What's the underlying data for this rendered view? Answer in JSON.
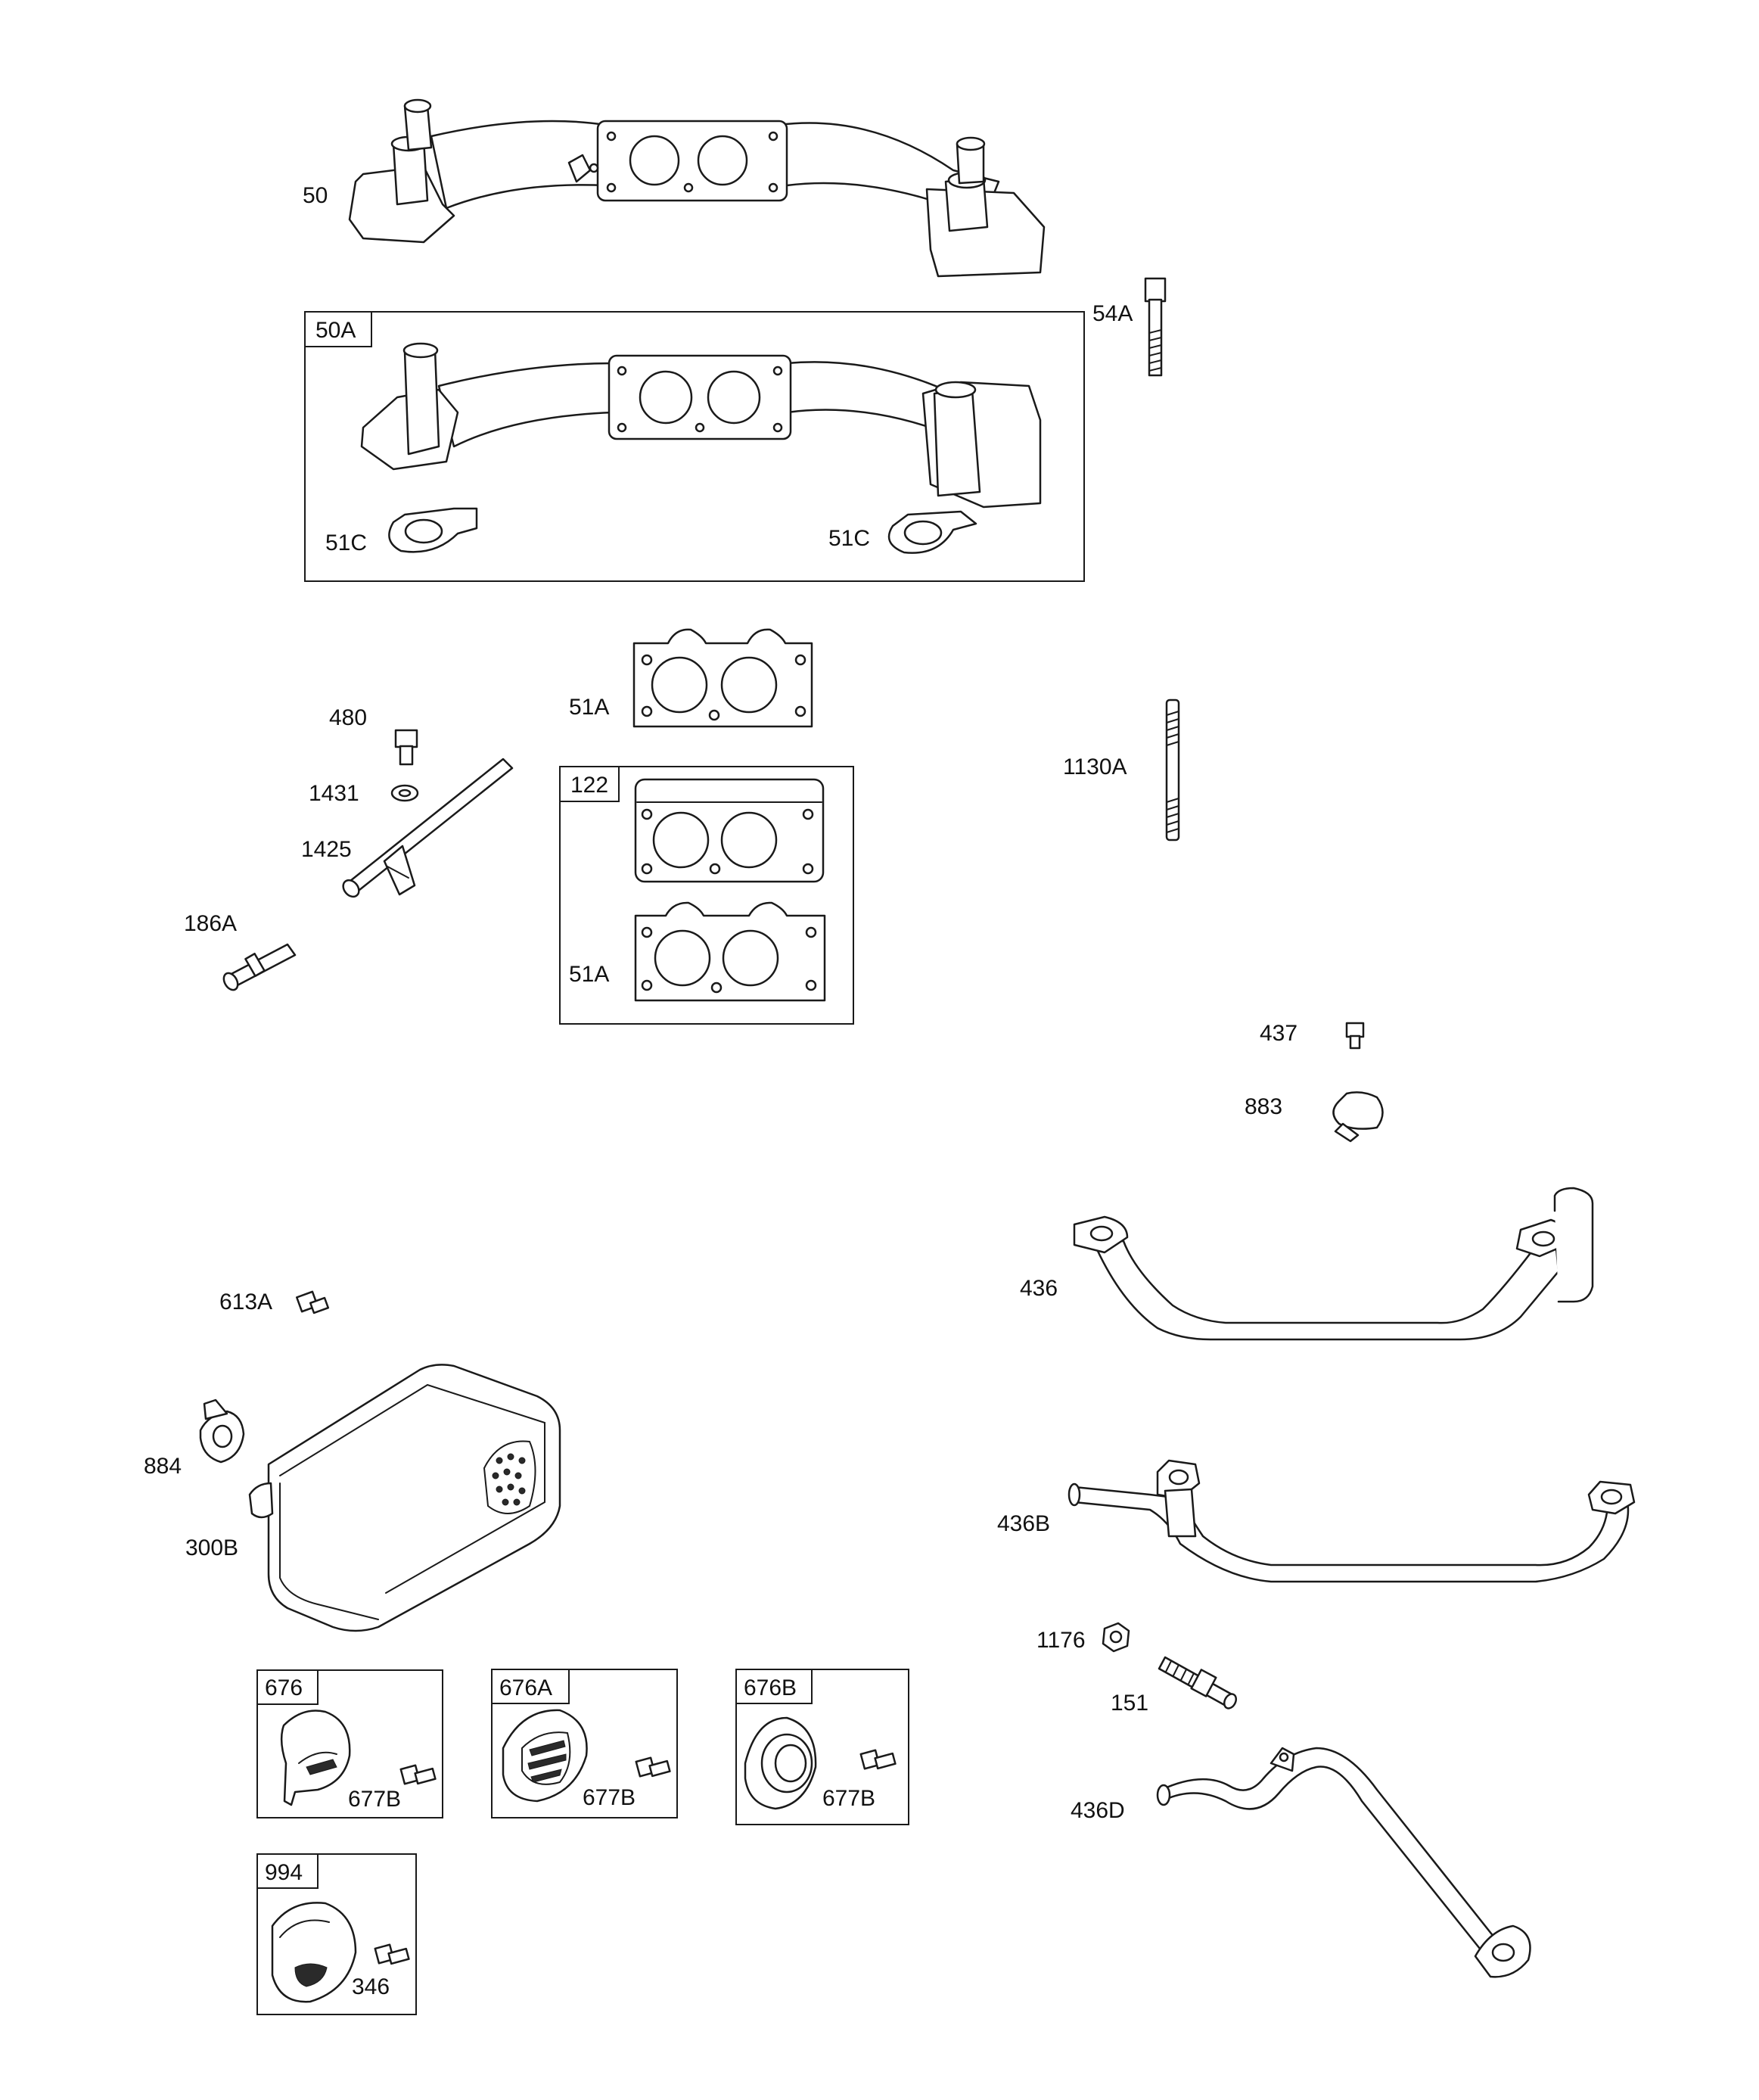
{
  "colors": {
    "line": "#1a1a1a",
    "background": "#ffffff"
  },
  "labels": {
    "p50": "50",
    "p50A": "50A",
    "p54A": "54A",
    "p51C_left": "51C",
    "p51C_right": "51C",
    "p51A_top": "51A",
    "p480": "480",
    "p1431": "1431",
    "p1425": "1425",
    "p186A": "186A",
    "p122": "122",
    "p51A_inner": "51A",
    "p1130A": "1130A",
    "p437": "437",
    "p883": "883",
    "p436": "436",
    "p613A": "613A",
    "p884": "884",
    "p300B": "300B",
    "p436B": "436B",
    "p1176": "1176",
    "p151": "151",
    "p436D": "436D",
    "p676": "676",
    "p677B_a": "677B",
    "p676A": "676A",
    "p677B_b": "677B",
    "p676B": "676B",
    "p677B_c": "677B",
    "p994": "994",
    "p346": "346"
  }
}
